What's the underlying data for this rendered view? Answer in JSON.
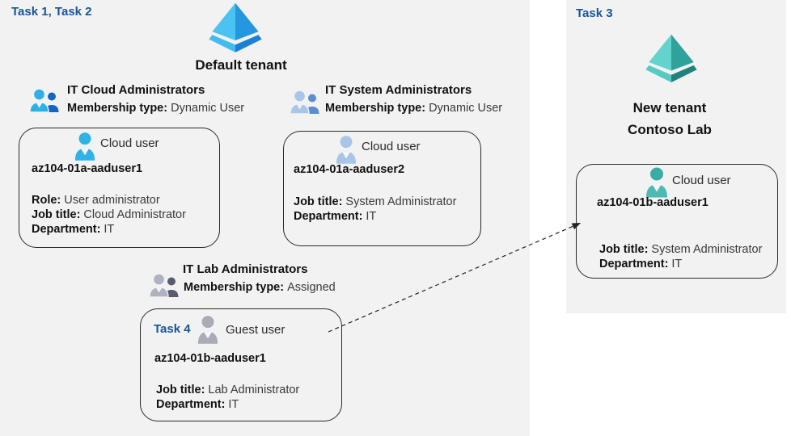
{
  "left": {
    "task_label": "Task 1, Task 2",
    "tenant_title": "Default tenant",
    "groups": [
      {
        "title": "IT Cloud Administrators",
        "membership_label": "Membership type:",
        "membership_value": "Dynamic User"
      },
      {
        "title": "IT System Administrators",
        "membership_label": "Membership type:",
        "membership_value": "Dynamic User"
      },
      {
        "title": "IT Lab Administrators",
        "membership_label": "Membership type:",
        "membership_value": "Assigned"
      }
    ],
    "cards": [
      {
        "user_type": "Cloud user",
        "name": "az104-01a-aaduser1",
        "fields": [
          {
            "label": "Role:",
            "value": "User administrator"
          },
          {
            "label": "Job title:",
            "value": "Cloud Administrator"
          },
          {
            "label": "Department:",
            "value": "IT"
          }
        ]
      },
      {
        "user_type": "Cloud user",
        "name": "az104-01a-aaduser2",
        "fields": [
          {
            "label": "Job title:",
            "value": "System Administrator"
          },
          {
            "label": "Department:",
            "value": "IT"
          }
        ]
      },
      {
        "task_label": "Task 4",
        "user_type": "Guest user",
        "name": "az104-01b-aaduser1",
        "fields": [
          {
            "label": "Job title:",
            "value": "Lab Administrator"
          },
          {
            "label": "Department:",
            "value": "IT"
          }
        ]
      }
    ]
  },
  "right": {
    "task_label": "Task 3",
    "tenant_title_line1": "New tenant",
    "tenant_title_line2": "Contoso Lab",
    "card": {
      "user_type": "Cloud user",
      "name": "az104-01b-aaduser1",
      "fields": [
        {
          "label": "Job title:",
          "value": "System Administrator"
        },
        {
          "label": "Department:",
          "value": "IT"
        }
      ]
    }
  },
  "icons": {
    "left_tenant": "azure-ad-tenant-icon-blue",
    "right_tenant": "azure-ad-tenant-icon-teal",
    "group1": "people-group-icon-blue",
    "group2": "people-group-icon-steelblue",
    "group3": "people-group-icon-gray",
    "card1_user": "user-icon-blue",
    "card2_user": "user-icon-steelblue",
    "card3_user": "user-icon-gray",
    "right_card_user": "user-icon-teal"
  },
  "colors": {
    "task_label_blue": "#17549b",
    "panel_background": "#f2f2f2",
    "tenant_blue_light": "#4ac3f2",
    "tenant_blue_dark": "#2596e0",
    "tenant_blue_rim_dark": "#1a7fd6",
    "tenant_teal_light": "#62d4cd",
    "tenant_teal_dark": "#2fa29b",
    "tenant_teal_rim_dark": "#1f837d",
    "user_blue": "#2eb2e8",
    "user_steelblue": "#a9c6e8",
    "user_steelblue_dark": "#5b8ed0",
    "user_gray": "#a9abb8",
    "user_gray_dark": "#575b70",
    "user_teal": "#3aaca6",
    "arrow_black": "#222222"
  }
}
